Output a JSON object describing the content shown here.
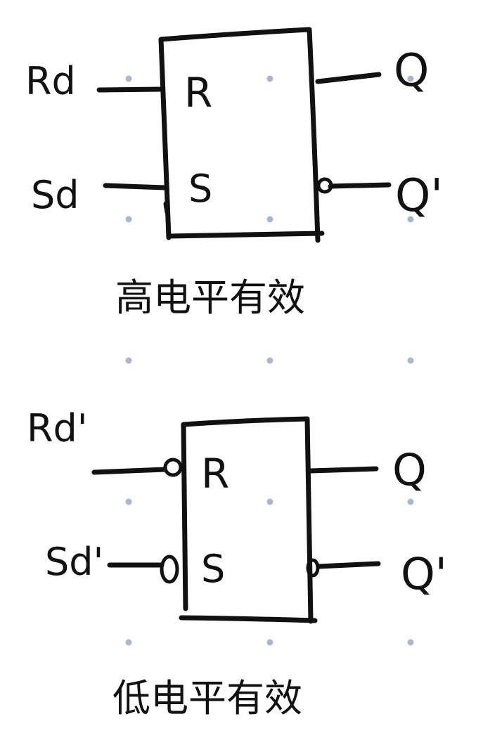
{
  "colors": {
    "ink": "#111111",
    "dot": "#a9b6d2",
    "background": "#ffffff"
  },
  "diagram_high": {
    "input_r": "Rd",
    "input_s": "Sd",
    "pin_r": "R",
    "pin_s": "S",
    "output_q": "Q",
    "output_qn": "Q'",
    "caption": "高电平有效"
  },
  "diagram_low": {
    "input_r": "Rd'",
    "input_s": "Sd'",
    "pin_r": "R",
    "pin_s": "S",
    "output_q": "Q",
    "output_qn": "Q'",
    "caption": "低电平有效"
  }
}
